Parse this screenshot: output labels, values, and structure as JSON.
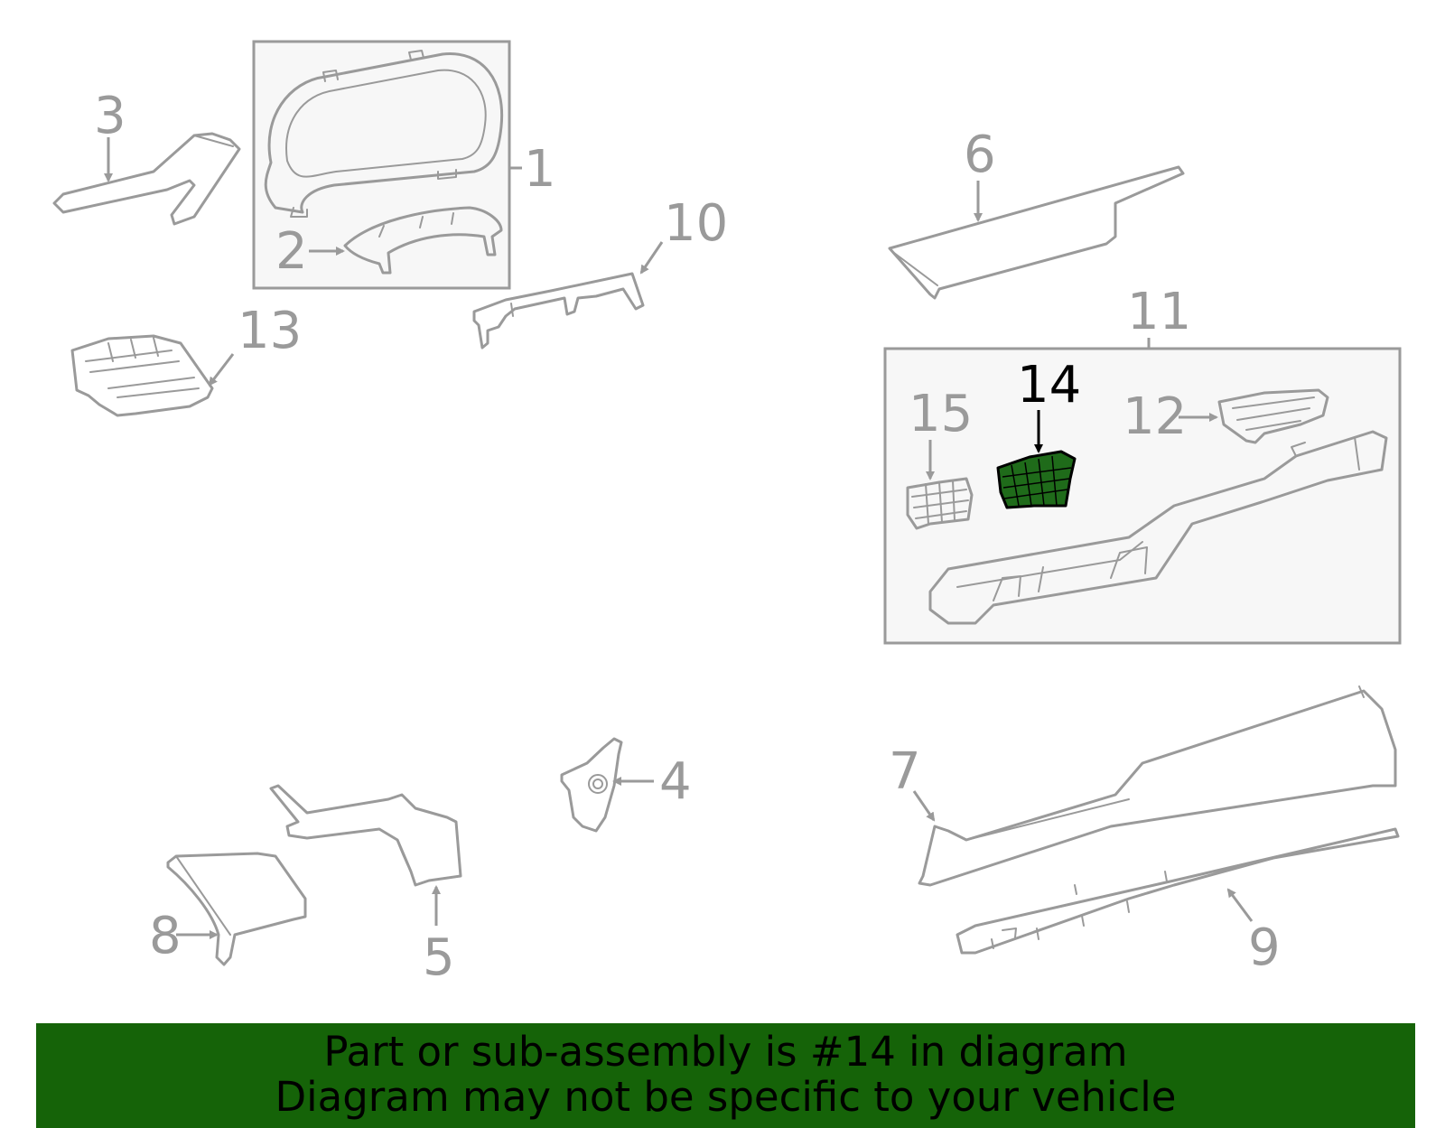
{
  "diagram": {
    "highlight_part": "14",
    "colors": {
      "line": "#9a9a9a",
      "highlight_fill": "#1f6b1a",
      "highlight_label": "#000000",
      "banner_background": "#156308",
      "box_fill": "#f7f7f7"
    },
    "callouts": {
      "p1": "1",
      "p2": "2",
      "p3": "3",
      "p4": "4",
      "p5": "5",
      "p6": "6",
      "p7": "7",
      "p8": "8",
      "p9": "9",
      "p10": "10",
      "p11": "11",
      "p12": "12",
      "p13": "13",
      "p14": "14",
      "p15": "15"
    }
  },
  "banner": {
    "line1": "Part or sub-assembly is #14 in diagram",
    "line2": "Diagram may not be specific to your vehicle"
  }
}
